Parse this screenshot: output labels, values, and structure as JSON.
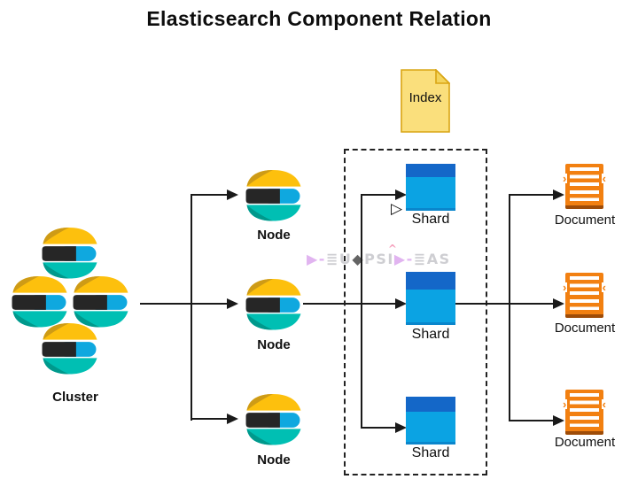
{
  "title": "Elasticsearch Component Relation",
  "cluster": {
    "label": "Cluster",
    "logo_count": 4
  },
  "nodes": [
    {
      "label": "Node"
    },
    {
      "label": "Node"
    },
    {
      "label": "Node"
    }
  ],
  "index_note": {
    "label": "Index"
  },
  "shards": [
    {
      "label": "Shard"
    },
    {
      "label": "Shard"
    },
    {
      "label": "Shard"
    }
  ],
  "documents": [
    {
      "label": "Document"
    },
    {
      "label": "Document"
    },
    {
      "label": "Document"
    }
  ],
  "watermark": {
    "segments": [
      {
        "text": "▶‑"
      },
      {
        "text": "≣U"
      },
      {
        "text": "◆"
      },
      {
        "text": "PSI"
      },
      {
        "text": "▶‑"
      },
      {
        "text": "≣AS"
      }
    ],
    "caret": "^"
  },
  "icons": {
    "elasticsearch_logo": "three-bar elastic 'E' mark (yellow / black+blue / teal)",
    "index_note": "yellow sticky note with folded top-right corner",
    "shard": "blue block with darker top band",
    "document": "orange lined page with side chevrons",
    "solid_arrowhead": "black right-pointing triangle",
    "open_arrowhead": "outlined right-pointing triangle"
  },
  "colors": {
    "es_yellow": "#FDC00D",
    "es_yellow_dark": "#CE9B16",
    "es_black": "#262626",
    "es_blue": "#0FA8DF",
    "es_teal": "#00BFB3",
    "es_teal_dark": "#00998C",
    "shard_dark": "#1467C8",
    "shard_light": "#0BA3E3",
    "shard_strip": "#0A86CC",
    "doc_orange": "#F28011",
    "doc_dark": "#9E4C08",
    "note_fill": "#FADF7C",
    "note_border": "#D9A514",
    "note_fold": "#F3D45C",
    "line_black": "#1A1A1A",
    "wm_gray": "#C6C6CB",
    "wm_purple": "#DCA8EE",
    "wm_pink": "#F48FB1",
    "wm_dark": "#4A4A4A"
  }
}
